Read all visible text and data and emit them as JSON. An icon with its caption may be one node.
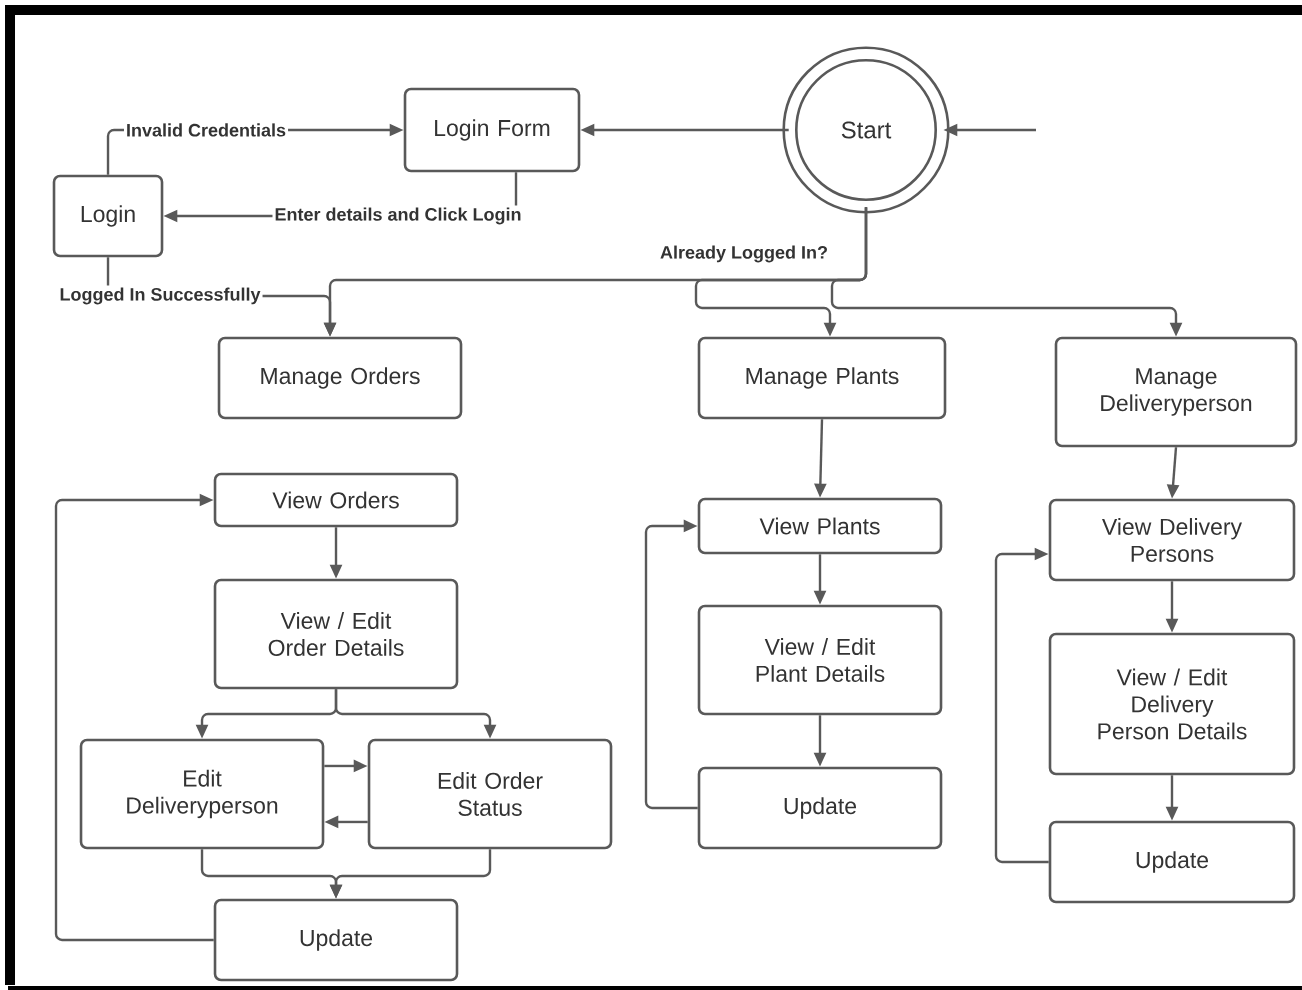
{
  "diagram": {
    "nodes": [
      {
        "text": [
          "Start"
        ]
      },
      {
        "text": [
          "Login Form"
        ]
      },
      {
        "text": [
          "Login"
        ]
      },
      {
        "text": [
          "Manage Orders"
        ]
      },
      {
        "text": [
          "Manage Plants"
        ]
      },
      {
        "text": [
          "Manage Deliveryperson"
        ]
      },
      {
        "text": [
          "View Orders"
        ]
      },
      {
        "text": [
          "View / Edit Order Details"
        ]
      },
      {
        "text": [
          "Edit Deliveryperson"
        ]
      },
      {
        "text": [
          "Edit Order Status"
        ]
      },
      {
        "text": [
          "Update"
        ]
      },
      {
        "text": [
          "View Plants"
        ]
      },
      {
        "text": [
          "View / Edit Plant Details"
        ]
      },
      {
        "text": [
          "Update"
        ]
      },
      {
        "text": [
          "View Delivery Persons"
        ]
      },
      {
        "text": [
          "View / Edit Delivery Person Details"
        ]
      },
      {
        "text": [
          "Update"
        ]
      }
    ],
    "edges": [
      {
        "from": null,
        "to": 0,
        "arrow": "to"
      },
      {
        "from": 0,
        "to": 1,
        "arrow": "to"
      },
      {
        "from": 1,
        "to": 2,
        "arrow": "to",
        "label": "Enter details and Click Login"
      },
      {
        "from": 2,
        "to": 1,
        "arrow": "to",
        "label": "Invalid Credentials"
      },
      {
        "from": 2,
        "to": 3,
        "arrow": "to",
        "label": "Logged In Successfully"
      },
      {
        "from": 0,
        "to": 3,
        "arrow": "to",
        "label": "Already Logged In?"
      },
      {
        "from": 0,
        "to": 4,
        "arrow": "to"
      },
      {
        "from": 0,
        "to": 5,
        "arrow": "to"
      },
      {
        "from": 6,
        "to": 7,
        "arrow": "to"
      },
      {
        "from": 7,
        "to": 8,
        "arrow": "to"
      },
      {
        "from": 7,
        "to": 9,
        "arrow": "to"
      },
      {
        "from": 8,
        "to": 9,
        "arrow": "to"
      },
      {
        "from": 9,
        "to": 8,
        "arrow": "to"
      },
      {
        "from": 8,
        "to": 10,
        "arrow": "to"
      },
      {
        "from": 9,
        "to": 10,
        "arrow": "to"
      },
      {
        "from": 10,
        "to": 6,
        "arrow": "to"
      },
      {
        "from": 4,
        "to": 11,
        "arrow": "to"
      },
      {
        "from": 11,
        "to": 12,
        "arrow": "to"
      },
      {
        "from": 12,
        "to": 13,
        "arrow": "to"
      },
      {
        "from": 13,
        "to": 11,
        "arrow": "to"
      },
      {
        "from": 5,
        "to": 14,
        "arrow": "to"
      },
      {
        "from": 14,
        "to": 15,
        "arrow": "to"
      },
      {
        "from": 15,
        "to": 16,
        "arrow": "to"
      },
      {
        "from": 16,
        "to": 14,
        "arrow": "to"
      }
    ]
  }
}
